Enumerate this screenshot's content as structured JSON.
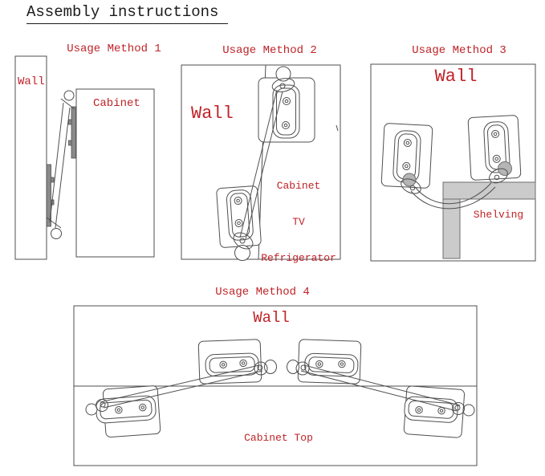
{
  "page": {
    "title": "Assembly instructions"
  },
  "colors": {
    "label_red": "#bf2328",
    "line_gray": "#4f4f4f",
    "shelf_gray": "#cbcbcb",
    "ball_gray": "#b5b5b5",
    "background": "#ffffff"
  },
  "panels": {
    "method1": {
      "title": "Usage Method 1",
      "wall_label": "Wall",
      "cabinet_label": "Cabinet"
    },
    "method2": {
      "title": "Usage Method 2",
      "wall_label": "Wall",
      "anchored_lines": [
        "Cabinet",
        "TV",
        "Refrigerator"
      ]
    },
    "method3": {
      "title": "Usage Method 3",
      "wall_label": "Wall",
      "shelving_label": "Shelving"
    },
    "method4": {
      "title": "Usage Method 4",
      "wall_label": "Wall",
      "cabinet_top_label": "Cabinet Top"
    }
  }
}
